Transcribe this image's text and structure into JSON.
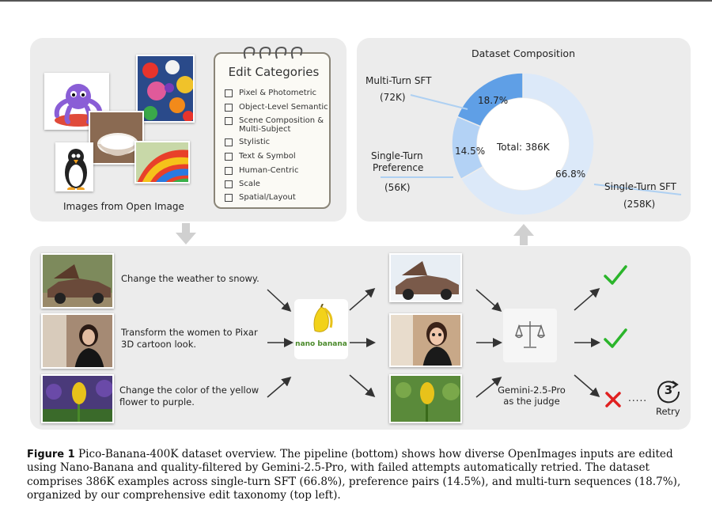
{
  "edit_categories": {
    "title": "Edit Categories",
    "items": [
      "Pixel & Photometric",
      "Object-Level Semantic",
      "Scene Composition & Multi-Subject",
      "Stylistic",
      "Text & Symbol",
      "Human-Centric",
      "Scale",
      "Spatial/Layout"
    ]
  },
  "source_label": "Images from Open Image",
  "composition": {
    "title": "Dataset Composition",
    "center": "Total: 386K",
    "slices": [
      {
        "name": "Single-Turn SFT",
        "count": "(258K)",
        "pct": "66.8%",
        "value": 66.8,
        "color": "#dce9f9"
      },
      {
        "name": "Single-Turn Preference",
        "name_line1": "Single-Turn",
        "name_line2": "Preference",
        "count": "(56K)",
        "pct": "14.5%",
        "value": 14.5,
        "color": "#b3d2f5"
      },
      {
        "name": "Multi-Turn SFT",
        "count": "(72K)",
        "pct": "18.7%",
        "value": 18.7,
        "color": "#5f9fe6"
      }
    ]
  },
  "pipeline": {
    "prompts": [
      {
        "line1": "Change the weather to snowy.",
        "line2": ""
      },
      {
        "line1": "Transform the women to Pixar",
        "line2": "3D cartoon look."
      },
      {
        "line1": "Change the color of the yellow",
        "line2": "flower to purple."
      }
    ],
    "editor": "nano banana",
    "judge_line1": "Gemini-2.5-Pro",
    "judge_line2": "as the judge",
    "retry_label": "Retry",
    "retry_count": "3",
    "dots": "....."
  },
  "caption": {
    "figure": "Figure 1",
    "text": "Pico-Banana-400K dataset overview. The pipeline (bottom) shows how diverse OpenImages inputs are edited using Nano-Banana and quality-filtered by Gemini-2.5-Pro, with failed attempts automatically retried. The dataset comprises 386K examples across single-turn SFT (66.8%), preference pairs (14.5%), and multi-turn sequences (18.7%), organized by our comprehensive edit taxonomy (top left)."
  },
  "colors": {
    "panel": "#ececec",
    "check": "#2bb52b",
    "cross": "#e02020",
    "arrow": "#d0d0d0"
  }
}
